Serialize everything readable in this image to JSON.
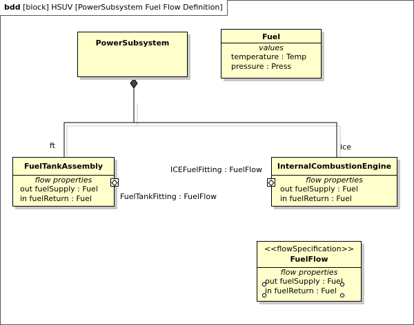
{
  "frame": {
    "kind": "bdd",
    "title": "[block] HSUV [PowerSubsystem Fuel Flow Definition]"
  },
  "blocks": {
    "power_subsystem": {
      "name": "PowerSubsystem"
    },
    "fuel": {
      "name": "Fuel",
      "compartment": "values",
      "rows": [
        "temperature : Temp",
        "pressure : Press"
      ]
    },
    "fuel_tank_assembly": {
      "name": "FuelTankAssembly",
      "compartment": "flow properties",
      "rows": [
        "out  fuelSupply : Fuel",
        "in  fuelReturn : Fuel"
      ]
    },
    "ice": {
      "name": "InternalCombustionEngine",
      "compartment": "flow properties",
      "rows": [
        "out  fuelSupply : Fuel",
        "in  fuelReturn : Fuel"
      ]
    },
    "fuel_flow": {
      "stereotype": "<<flowSpecification>>",
      "name": "FuelFlow",
      "compartment": "flow properties",
      "rows": [
        "out  fuelSupply : Fuel",
        "in  fuelReturn : Fuel"
      ]
    }
  },
  "labels": {
    "role_ft": "ft",
    "role_ice": "ice",
    "ice_port": "ICEFuelFitting : FuelFlow",
    "ft_port": "FuelTankFitting : FuelFlow"
  }
}
